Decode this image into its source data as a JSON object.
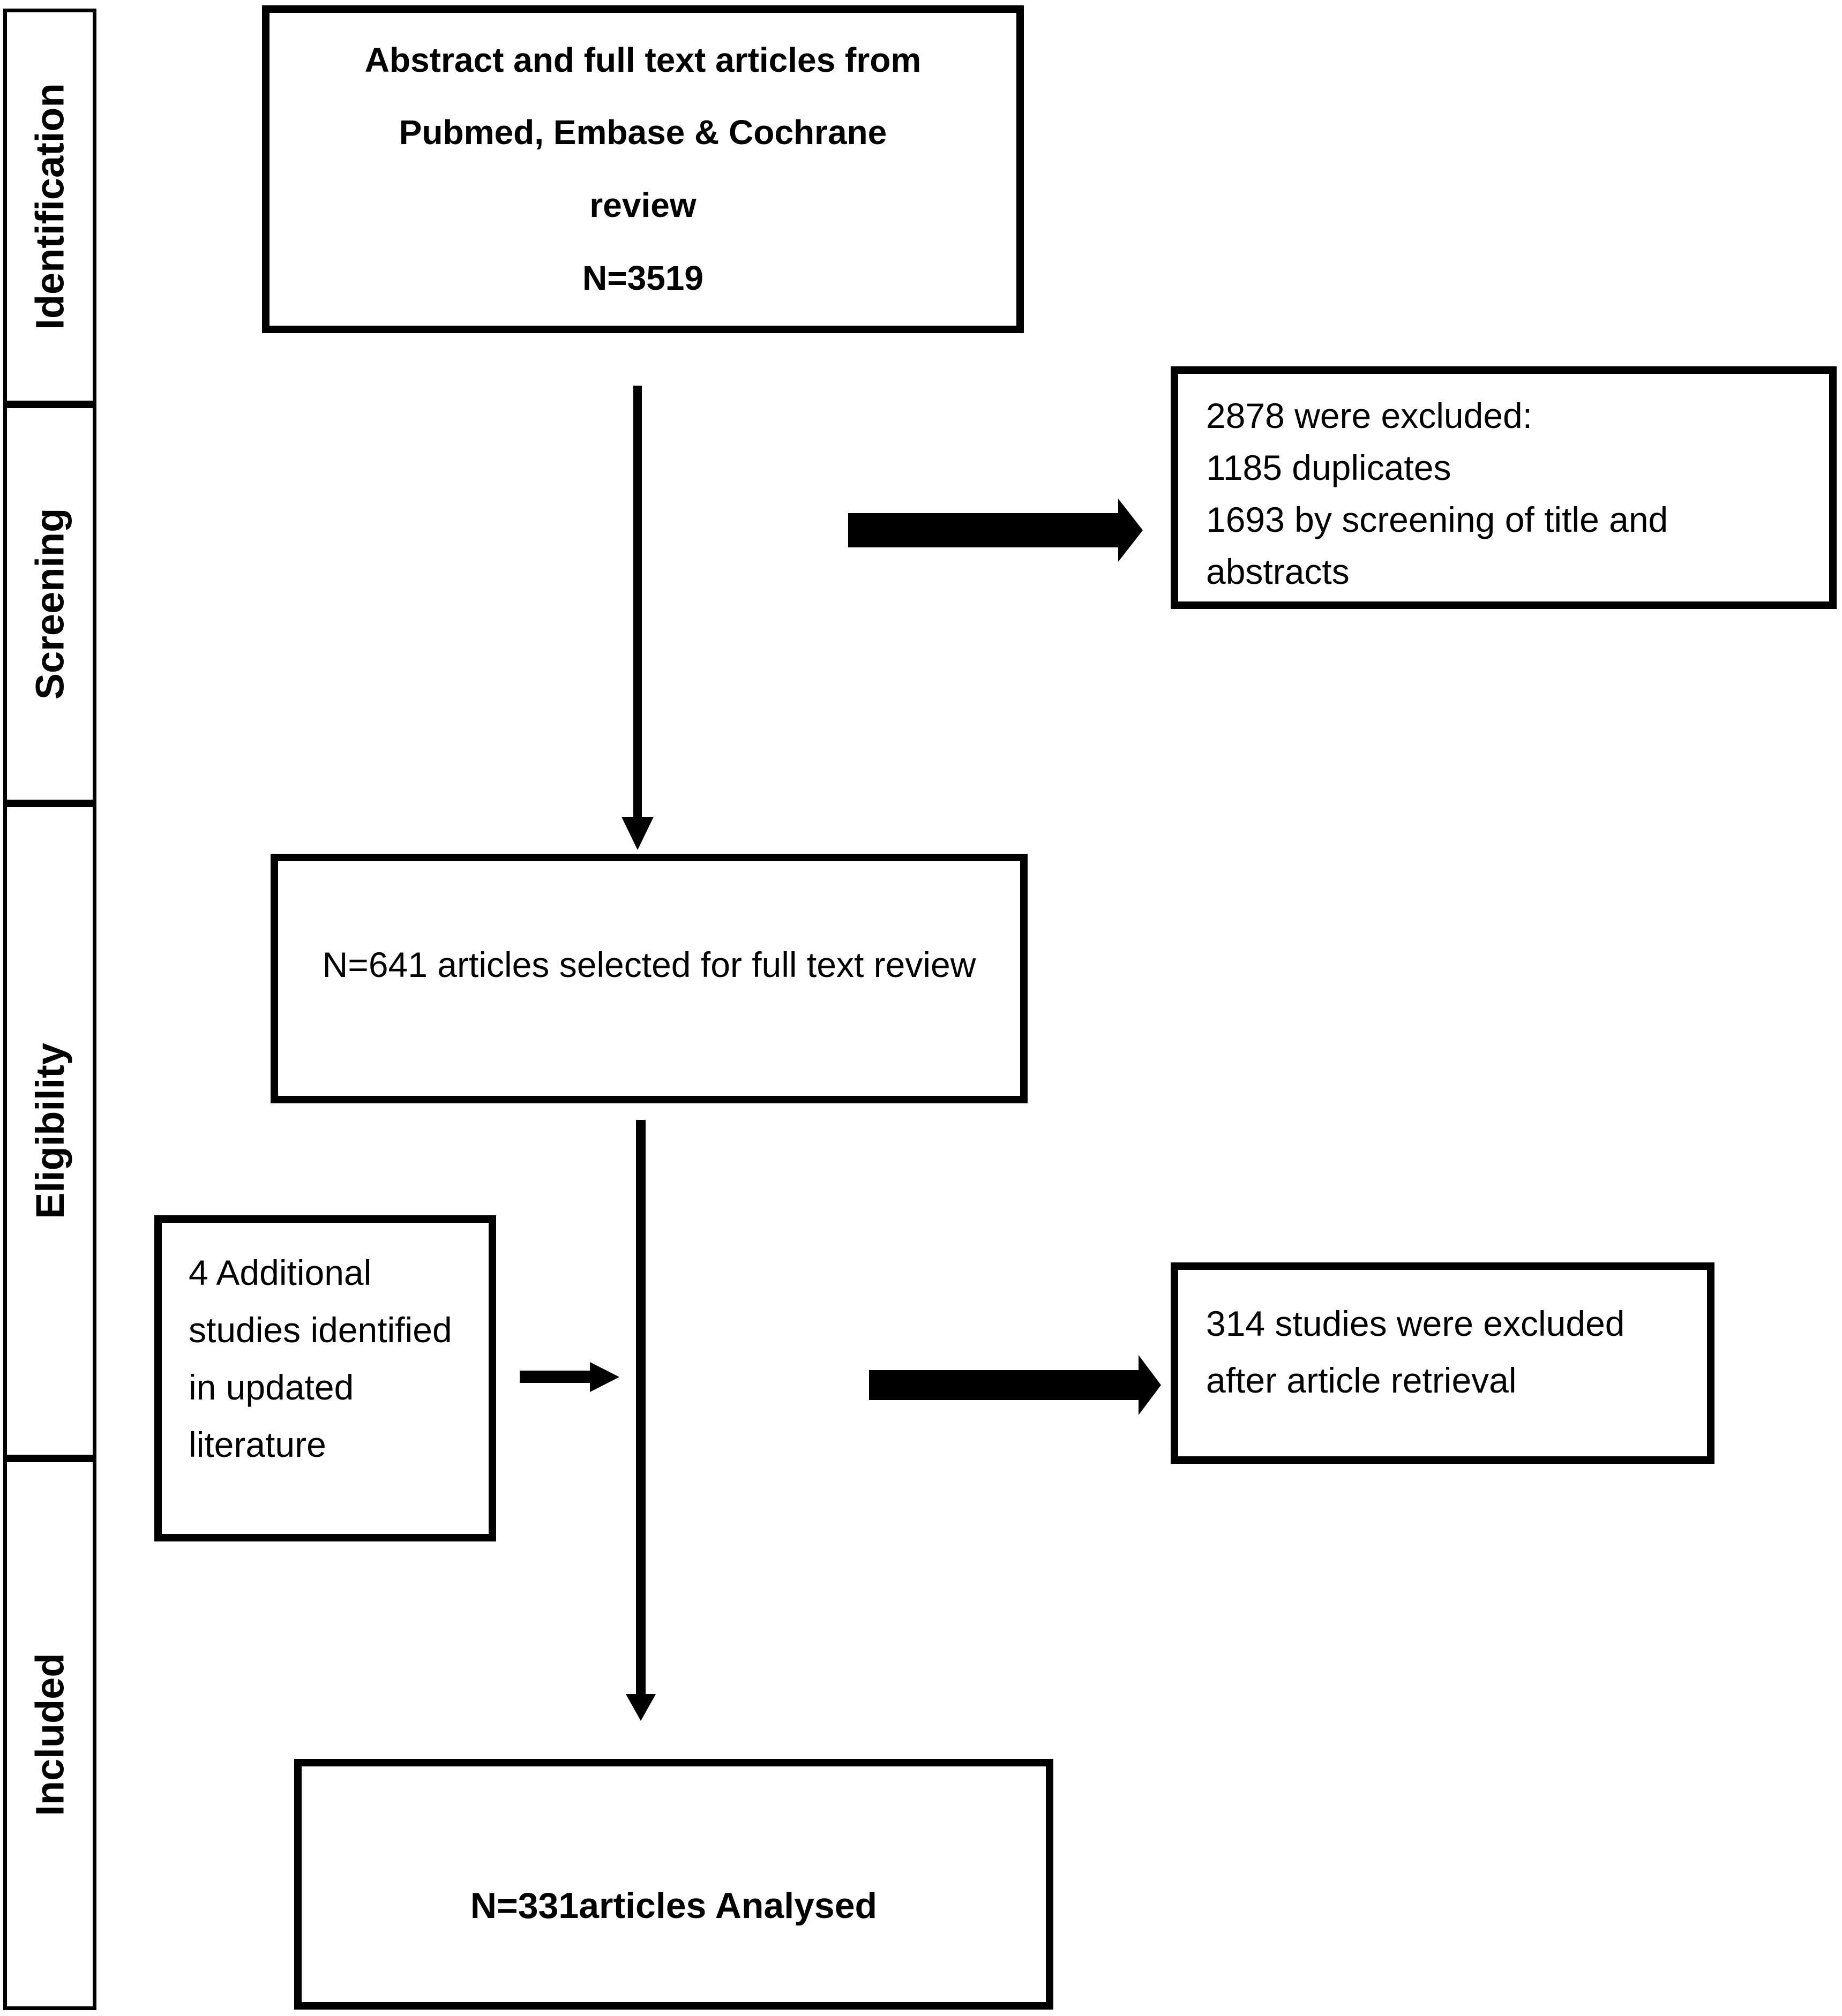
{
  "colors": {
    "ink": "#000000",
    "background": "#ffffff"
  },
  "sidebar": {
    "stages": [
      {
        "label": "Identification"
      },
      {
        "label": "Screening"
      },
      {
        "label": "Eligibility"
      },
      {
        "label": "Included"
      }
    ]
  },
  "flow": {
    "source_box": {
      "lines": [
        "Abstract and full text articles from",
        "Pubmed, Embase & Cochrane",
        "review",
        "N=3519"
      ]
    },
    "excluded_screening_box": {
      "lines": [
        "2878 were excluded:",
        "1185 duplicates",
        "1693 by screening of title and abstracts"
      ]
    },
    "fulltext_box": {
      "text": "N=641 articles selected for full text review"
    },
    "additional_studies_box": {
      "text": "4 Additional studies identified in updated literature"
    },
    "excluded_retrieval_box": {
      "text": "314 studies were excluded after article retrieval"
    },
    "analysed_box": {
      "text": "N=331articles Analysed"
    }
  }
}
